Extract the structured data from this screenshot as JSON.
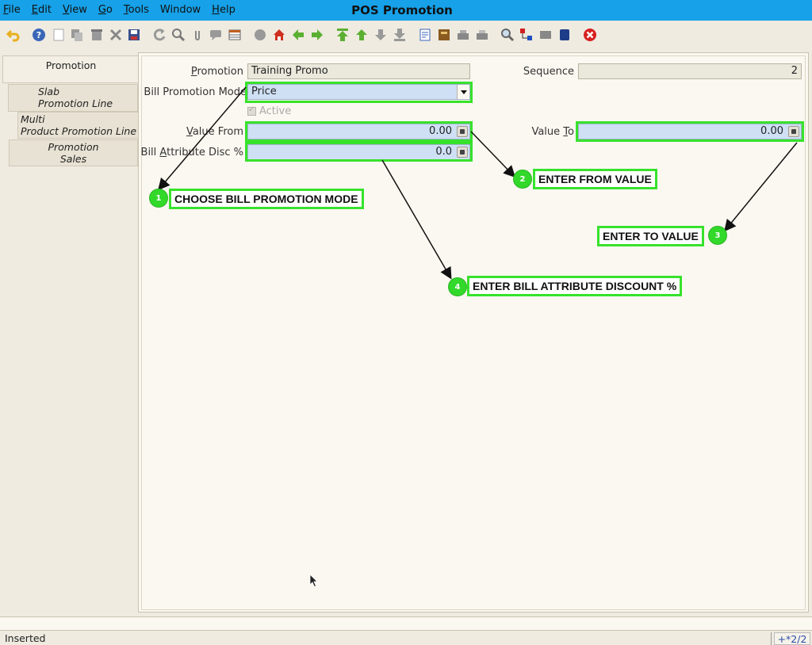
{
  "window": {
    "title": "POS Promotion"
  },
  "menu": [
    {
      "mnemonic": "F",
      "rest": "ile"
    },
    {
      "mnemonic": "E",
      "rest": "dit"
    },
    {
      "mnemonic": "V",
      "rest": "iew"
    },
    {
      "mnemonic": "G",
      "rest": "o"
    },
    {
      "mnemonic": "T",
      "rest": "ools"
    },
    {
      "mnemonic": "",
      "rest": "Window"
    },
    {
      "mnemonic": "H",
      "rest": "elp"
    }
  ],
  "tabs": [
    {
      "line1": "Promotion",
      "line2": ""
    },
    {
      "line1": "Slab",
      "line2": "Promotion Line"
    },
    {
      "line1": "Multi",
      "line2": "Product Promotion Line"
    },
    {
      "line1": "Promotion",
      "line2": "Sales"
    }
  ],
  "form": {
    "promotion_label": "Promotion",
    "promotion_value": "Training Promo",
    "sequence_label": "Sequence",
    "sequence_value": "2",
    "bill_mode_label": "Bill Promotion Mode",
    "bill_mode_value": "Price",
    "active_label": "Active",
    "value_from_label_pre": "V",
    "value_from_label": "alue From",
    "value_from_value": "0.00",
    "value_to_label": "Value ",
    "value_to_label_u": "T",
    "value_to_label_post": "o",
    "value_to_value": "0.00",
    "bill_attr_label_pre": "Bill ",
    "bill_attr_label_u": "A",
    "bill_attr_label_post": "ttribute Disc %",
    "bill_attr_value": "0.0"
  },
  "annotations": [
    {
      "number": "1",
      "text": "CHOOSE BILL PROMOTION MODE"
    },
    {
      "number": "2",
      "text": "ENTER FROM VALUE"
    },
    {
      "number": "3",
      "text": "ENTER TO VALUE"
    },
    {
      "number": "4",
      "text": "ENTER BILL ATTRIBUTE DISCOUNT %"
    }
  ],
  "status": {
    "text": "Inserted",
    "record_info": "+*2/2"
  },
  "colors": {
    "titlebar": "#16a1e8",
    "highlight": "#37e22c",
    "editable_field": "#cfe0f4"
  },
  "toolbar_icons": [
    "undo-icon",
    "help-icon",
    "new-record-icon",
    "copy-record-icon",
    "delete-icon",
    "delete-selection-icon",
    "save-icon",
    "refresh-icon",
    "find-icon",
    "attachment-icon",
    "chat-icon",
    "grid-toggle-icon",
    "history-icon",
    "home-icon",
    "back-icon",
    "forward-icon",
    "first-record-icon",
    "previous-record-icon",
    "next-record-icon",
    "last-record-icon",
    "report-icon",
    "archive-icon",
    "print-preview-icon",
    "print-icon",
    "zoom-across-icon",
    "workflow-icon",
    "request-icon",
    "product-info-icon",
    "close-window-icon"
  ]
}
